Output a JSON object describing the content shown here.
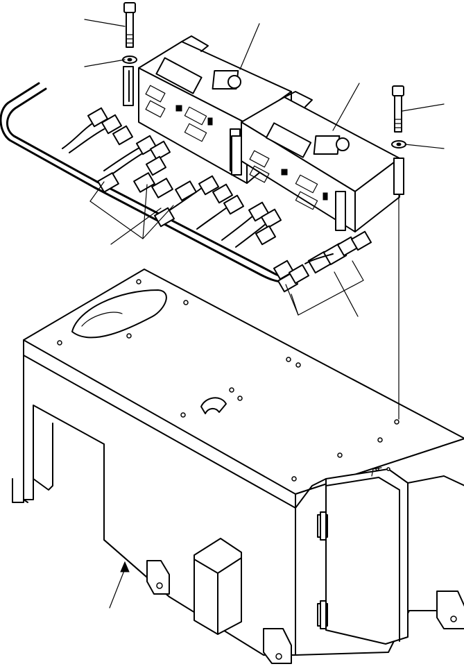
{
  "figure": {
    "leader_lines": [
      {
        "name": "leader-bolt-left"
      },
      {
        "name": "leader-washer-left"
      },
      {
        "name": "leader-controller-left"
      },
      {
        "name": "leader-controller-right"
      },
      {
        "name": "leader-bolt-right"
      },
      {
        "name": "leader-washer-right"
      },
      {
        "name": "leader-harness-connectors"
      },
      {
        "name": "leader-harness-inline-connector"
      },
      {
        "name": "leader-support-box"
      }
    ]
  }
}
